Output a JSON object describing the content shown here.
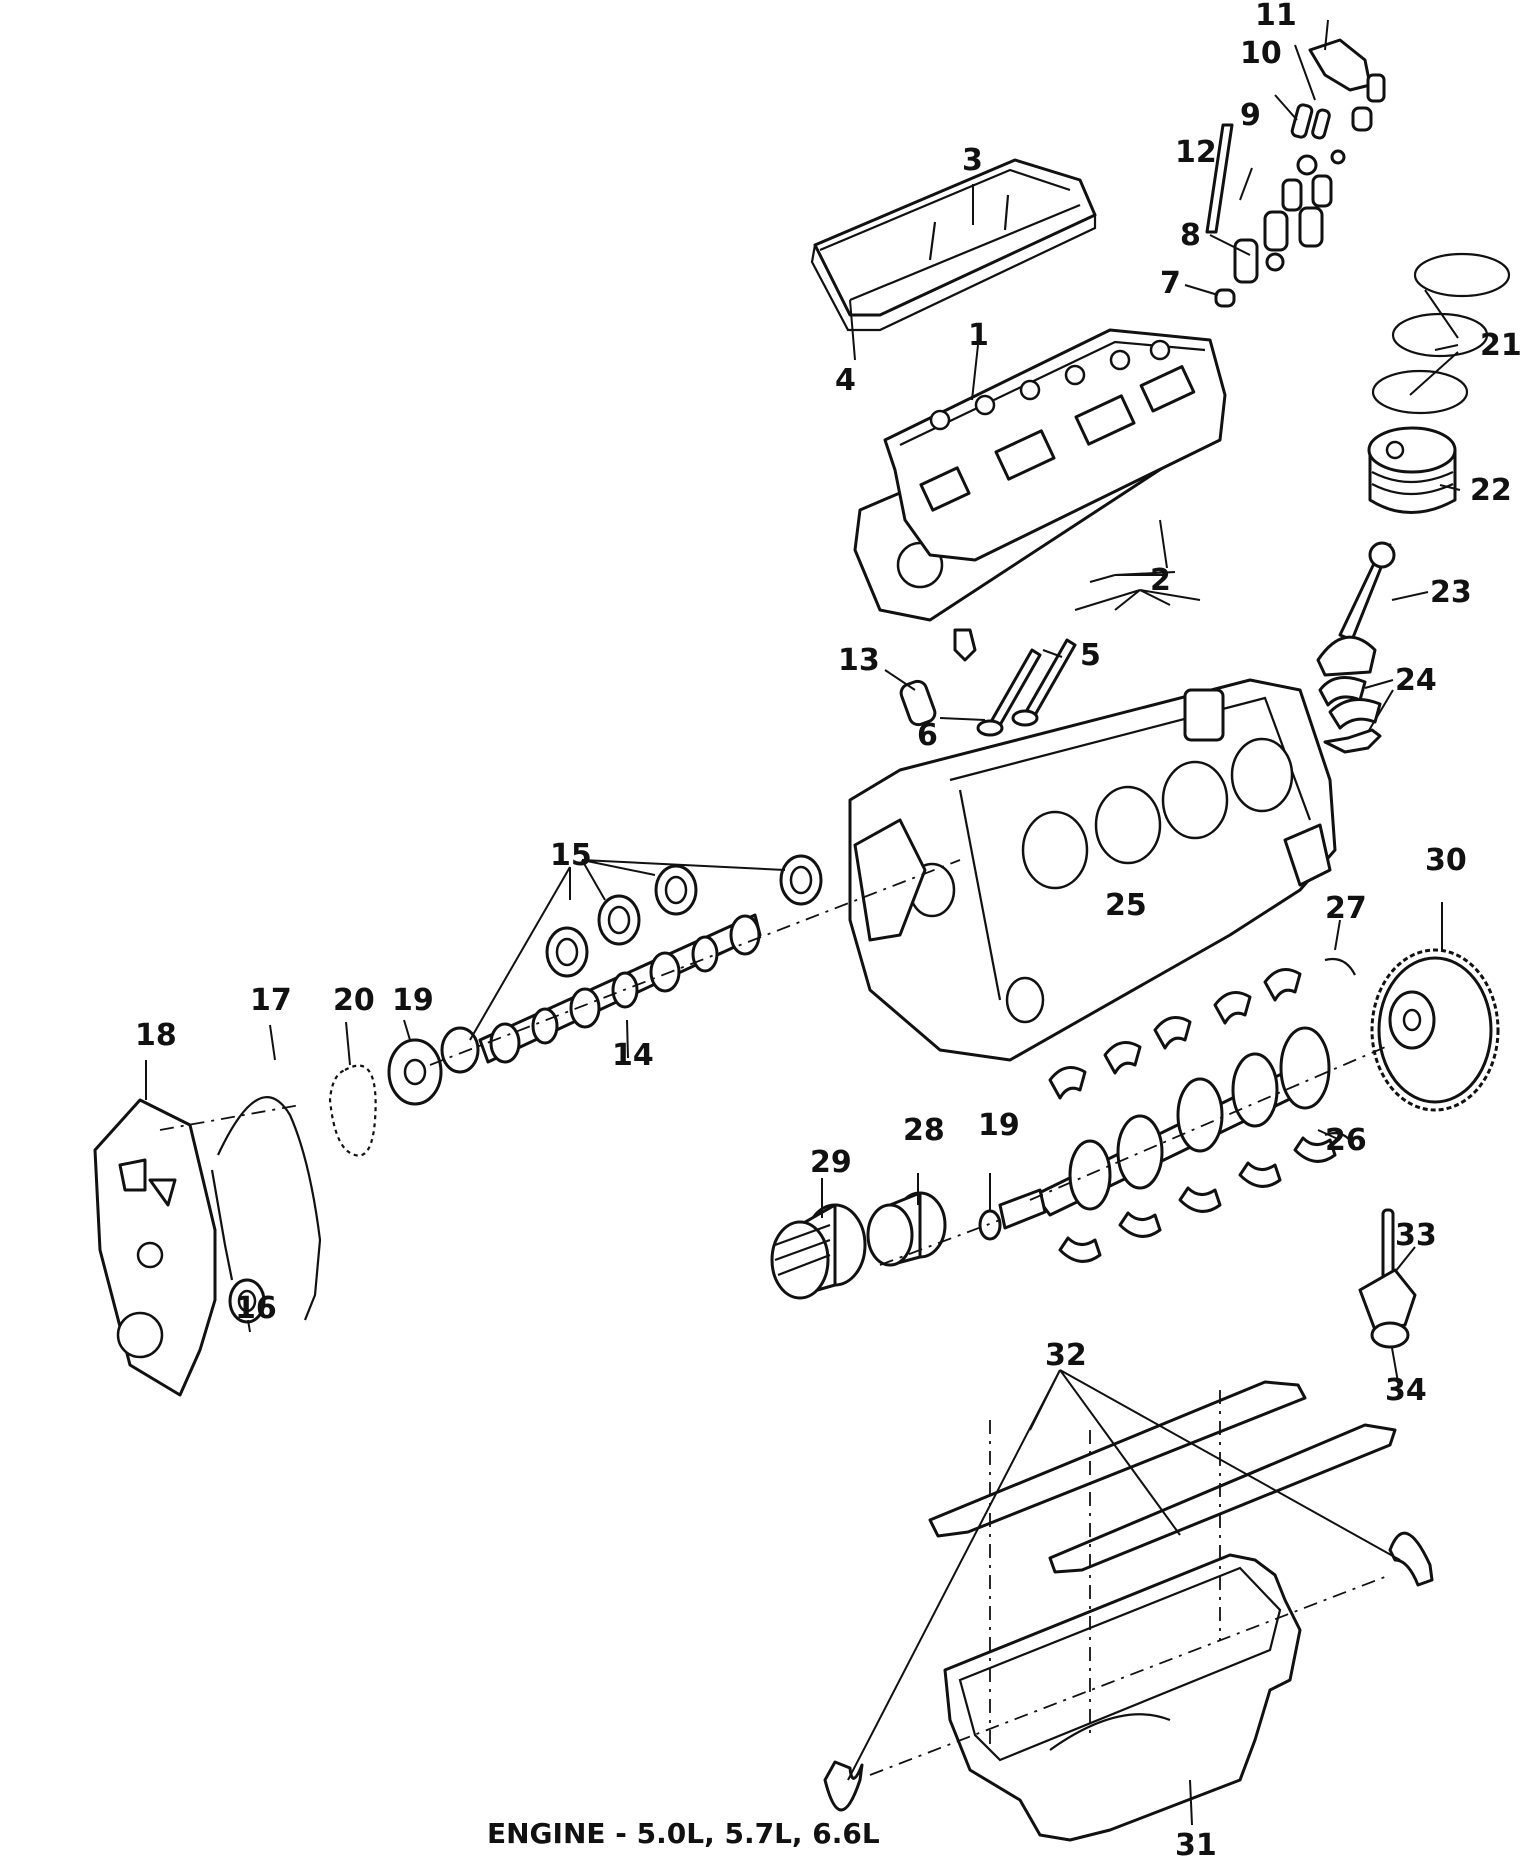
{
  "caption": "ENGINE - 5.0L, 5.7L, 6.6L",
  "callouts": [
    {
      "id": "1",
      "label": "1"
    },
    {
      "id": "2",
      "label": "2"
    },
    {
      "id": "3",
      "label": "3"
    },
    {
      "id": "4",
      "label": "4"
    },
    {
      "id": "5",
      "label": "5"
    },
    {
      "id": "6",
      "label": "6"
    },
    {
      "id": "7",
      "label": "7"
    },
    {
      "id": "8",
      "label": "8"
    },
    {
      "id": "9",
      "label": "9"
    },
    {
      "id": "10",
      "label": "10"
    },
    {
      "id": "11",
      "label": "11"
    },
    {
      "id": "12",
      "label": "12"
    },
    {
      "id": "13",
      "label": "13"
    },
    {
      "id": "14",
      "label": "14"
    },
    {
      "id": "15",
      "label": "15"
    },
    {
      "id": "16",
      "label": "16"
    },
    {
      "id": "17",
      "label": "17"
    },
    {
      "id": "18",
      "label": "18"
    },
    {
      "id": "19a",
      "label": "19"
    },
    {
      "id": "19b",
      "label": "19"
    },
    {
      "id": "20",
      "label": "20"
    },
    {
      "id": "21",
      "label": "21"
    },
    {
      "id": "22",
      "label": "22"
    },
    {
      "id": "23",
      "label": "23"
    },
    {
      "id": "24",
      "label": "24"
    },
    {
      "id": "25",
      "label": "25"
    },
    {
      "id": "26",
      "label": "26"
    },
    {
      "id": "27",
      "label": "27"
    },
    {
      "id": "28",
      "label": "28"
    },
    {
      "id": "29",
      "label": "29"
    },
    {
      "id": "30",
      "label": "30"
    },
    {
      "id": "31",
      "label": "31"
    },
    {
      "id": "32",
      "label": "32"
    },
    {
      "id": "33",
      "label": "33"
    },
    {
      "id": "34",
      "label": "34"
    }
  ]
}
